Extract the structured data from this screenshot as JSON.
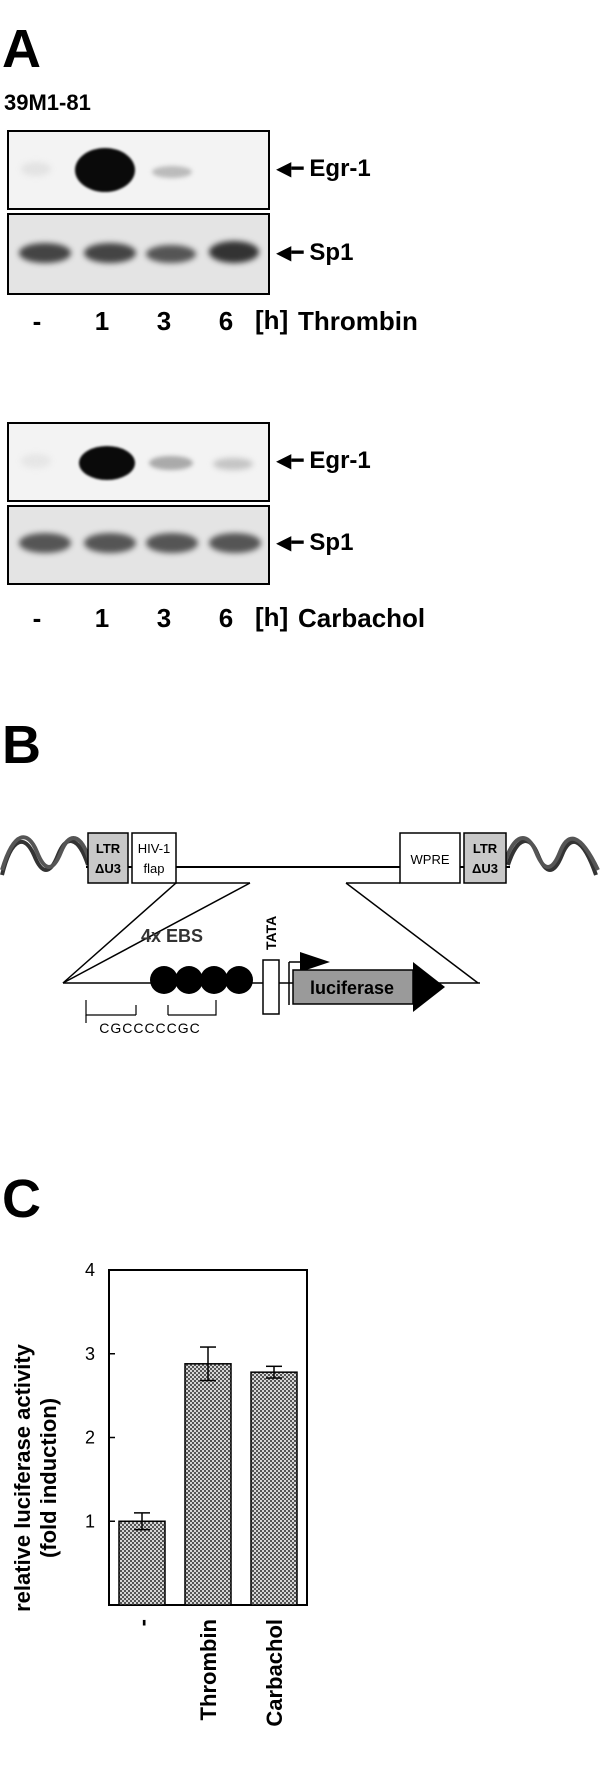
{
  "panel_a": {
    "letter": "A",
    "cell_line": "39M1-81",
    "blots": [
      {
        "top_label": "Egr-1",
        "bottom_label": "Sp1",
        "lanes": [
          "-",
          "1",
          "3",
          "6"
        ],
        "time_unit": "h",
        "treatment": "Thrombin"
      },
      {
        "top_label": "Egr-1",
        "bottom_label": "Sp1",
        "lanes": [
          "-",
          "1",
          "3",
          "6"
        ],
        "time_unit": "h",
        "treatment": "Carbachol"
      }
    ]
  },
  "panel_b": {
    "letter": "B",
    "ltr_left": [
      "LTR",
      "ΔU3"
    ],
    "flap": [
      "HIV-1",
      "flap"
    ],
    "wpre": "WPRE",
    "ltr_right": [
      "LTR",
      "ΔU3"
    ],
    "ebs": "4x EBS",
    "tata": "TATA",
    "reporter": "luciferase",
    "sequence": "CGCCCCCGC"
  },
  "panel_c": {
    "letter": "C"
  },
  "chart_data": {
    "type": "bar",
    "categories": [
      "-",
      "Thrombin",
      "Carbachol"
    ],
    "values": [
      1.0,
      2.88,
      2.78
    ],
    "errors": [
      0.1,
      0.2,
      0.07
    ],
    "ylabel_line1": "relative luciferase activity",
    "ylabel_line2": "(fold induction)",
    "ylim": [
      0,
      4
    ],
    "yticks": [
      1,
      2,
      3,
      4
    ],
    "bar_fill": "checkered gray"
  }
}
